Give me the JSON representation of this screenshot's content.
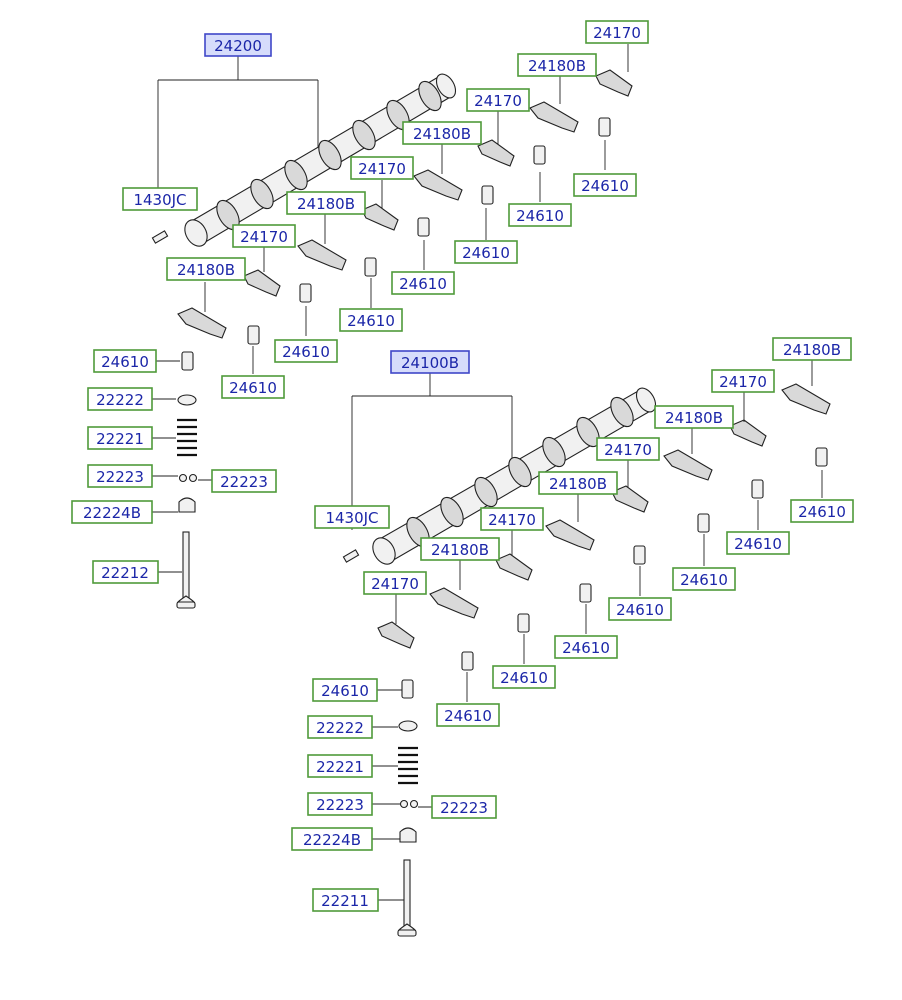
{
  "diagram": {
    "upper": {
      "camshaft_no": "24200",
      "pin_no": "1430JC",
      "rocker_a_no": "24170",
      "rocker_b_no": "24180B",
      "adjuster_no": "24610",
      "retainer_no": "22222",
      "spring_no": "22221",
      "cotter_no": "22223",
      "seal_no": "22224B",
      "valve_no": "22212"
    },
    "lower": {
      "camshaft_no": "24100B",
      "pin_no": "1430JC",
      "rocker_a_no": "24170",
      "rocker_b_no": "24180B",
      "adjuster_no": "24610",
      "retainer_no": "22222",
      "spring_no": "22221",
      "cotter_no": "22223",
      "seal_no": "22224B",
      "valve_no": "22211"
    }
  }
}
